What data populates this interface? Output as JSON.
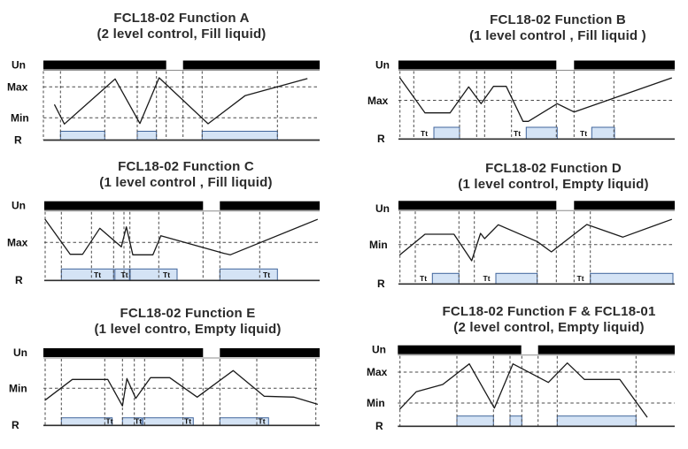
{
  "colors": {
    "bar": "#000000",
    "bar_underline": "#8c8c8c",
    "dash": "#4a4a4a",
    "signal": "#1a1a1a",
    "baseline": "#2e2e2e",
    "box_fill": "#d4e3f5",
    "box_stroke": "#41659c",
    "title": "#2b2b2b"
  },
  "panels": [
    {
      "id": "function-a",
      "title": "FCL18-02   Function A",
      "subtitle": "(2 level control, Fill liquid)",
      "chart_data": {
        "type": "timing-diagram",
        "x_range": [
          49,
          361
        ],
        "power_bar": {
          "y": 68.5,
          "h": 10,
          "segments": [
            [
              49,
              187.7
            ],
            [
              206.7,
              361
            ]
          ]
        },
        "levels": [
          {
            "label": "Max",
            "y": 98.3
          },
          {
            "label": "Min",
            "y": 133.3
          }
        ],
        "signal": [
          [
            61.7,
            118.7
          ],
          [
            72.7,
            140.3
          ],
          [
            130,
            89.3
          ],
          [
            158,
            139.7
          ],
          [
            179.7,
            88
          ],
          [
            235,
            140
          ],
          [
            276.7,
            108.3
          ],
          [
            346.7,
            89
          ]
        ],
        "relay": {
          "y_top": 148.5,
          "y_base": 158.5,
          "boxes": [
            [
              68.3,
              118.3
            ],
            [
              155,
              176.7
            ],
            [
              228.3,
              313.3
            ]
          ]
        },
        "guides_x": [
          49,
          68.3,
          118.3,
          155,
          176.7,
          187.7,
          206.7,
          228.3,
          313.3
        ],
        "tt_labels": [],
        "axis_labels": [
          {
            "text": "Un",
            "x": 13,
            "y": 77.5
          },
          {
            "text": "Max",
            "x": 8,
            "y": 102.5
          },
          {
            "text": "Min",
            "x": 12,
            "y": 137.5
          },
          {
            "text": "R",
            "x": 16,
            "y": 162.5
          }
        ]
      }
    },
    {
      "id": "function-b",
      "title": "FCL18-02   Function B",
      "subtitle": "(1 level control , Fill liquid )",
      "chart_data": {
        "type": "timing-diagram",
        "x_range": [
          450,
          762
        ],
        "power_bar": {
          "y": 68.5,
          "h": 10,
          "segments": [
            [
              450,
              628.3
            ],
            [
              648.3,
              762
            ]
          ]
        },
        "levels": [
          {
            "label": "Max",
            "y": 113.5
          }
        ],
        "signal": [
          [
            451.7,
            88.3
          ],
          [
            480,
            127.7
          ],
          [
            508.3,
            127.7
          ],
          [
            529.3,
            98.3
          ],
          [
            543.3,
            117.3
          ],
          [
            557.3,
            97.7
          ],
          [
            571.7,
            97.7
          ],
          [
            590.7,
            137.3
          ],
          [
            596.7,
            137.3
          ],
          [
            629.3,
            117.3
          ],
          [
            648.3,
            126.7
          ],
          [
            758.3,
            88.3
          ]
        ],
        "relay": {
          "y_top": 144,
          "y_base": 157.3,
          "boxes": [
            [
              490,
              519
            ],
            [
              594.3,
              629.3
            ],
            [
              668.3,
              694
            ]
          ]
        },
        "guides_x": [
          451.7,
          467.3,
          519,
          538.3,
          547.3,
          577.7,
          628.3,
          648.3,
          693.3
        ],
        "tt_labels": [
          {
            "text": "Tt",
            "x": 475,
            "y": 154
          },
          {
            "text": "Tt",
            "x": 580,
            "y": 154
          },
          {
            "text": "Tt",
            "x": 655,
            "y": 154
          }
        ],
        "axis_labels": [
          {
            "text": "Un",
            "x": 424,
            "y": 77.5
          },
          {
            "text": "Max",
            "x": 415,
            "y": 118
          },
          {
            "text": "R",
            "x": 426,
            "y": 161
          }
        ]
      }
    },
    {
      "id": "function-c",
      "title": "FCL18-02 Function C",
      "subtitle": "(1 level control , Fill liquid)",
      "chart_data": {
        "type": "timing-diagram",
        "x_range": [
          50,
          361
        ],
        "power_bar": {
          "y": 227.7,
          "h": 10,
          "segments": [
            [
              50,
              229.3
            ],
            [
              248.3,
              361
            ]
          ]
        },
        "levels": [
          {
            "label": "Max",
            "y": 274.3
          }
        ],
        "signal": [
          [
            51,
            248.3
          ],
          [
            79.3,
            287.7
          ],
          [
            93.3,
            287.7
          ],
          [
            112.7,
            258.3
          ],
          [
            137,
            279.3
          ],
          [
            142.7,
            256.7
          ],
          [
            150,
            288.3
          ],
          [
            172.7,
            288.3
          ],
          [
            181.7,
            266.7
          ],
          [
            253.3,
            286.7
          ],
          [
            260,
            288.3
          ],
          [
            358.3,
            248.3
          ]
        ],
        "relay": {
          "y_top": 304.3,
          "y_base": 317.3,
          "boxes": [
            [
              69.3,
              128.3
            ],
            [
              129.8,
              146.2
            ],
            [
              147,
              200
            ],
            [
              248.3,
              313.3
            ]
          ]
        },
        "guides_x": [
          51,
          69.3,
          103.3,
          128.3,
          140,
          146.7,
          179.3,
          229.3,
          248.3,
          293.3
        ],
        "tt_labels": [
          {
            "text": "Tt",
            "x": 106,
            "y": 314
          },
          {
            "text": "Tt",
            "x": 136.5,
            "y": 314
          },
          {
            "text": "Tt",
            "x": 184,
            "y": 314
          },
          {
            "text": "Tt",
            "x": 297,
            "y": 314
          }
        ],
        "axis_labels": [
          {
            "text": "Un",
            "x": 13,
            "y": 236.5
          },
          {
            "text": "Max",
            "x": 8,
            "y": 278.5
          },
          {
            "text": "R",
            "x": 17,
            "y": 321
          }
        ]
      }
    },
    {
      "id": "function-d",
      "title": "FCL18-02  Function D",
      "subtitle": "(1 level control, Empty liquid)",
      "chart_data": {
        "type": "timing-diagram",
        "x_range": [
          450,
          762
        ],
        "power_bar": {
          "y": 227.3,
          "h": 10,
          "segments": [
            [
              450,
              628.3
            ],
            [
              648.3,
              762
            ]
          ]
        },
        "levels": [
          {
            "label": "Min",
            "y": 276.7
          }
        ],
        "signal": [
          [
            451.7,
            288.3
          ],
          [
            480,
            265
          ],
          [
            512.7,
            265
          ],
          [
            532.7,
            295
          ],
          [
            542.7,
            264
          ],
          [
            547.3,
            270
          ],
          [
            562.7,
            254.3
          ],
          [
            606.7,
            273.3
          ],
          [
            622.7,
            285
          ],
          [
            662.7,
            254
          ],
          [
            703.3,
            268.3
          ],
          [
            758.3,
            248.3
          ]
        ],
        "relay": {
          "y_top": 309.3,
          "y_base": 321.3,
          "boxes": [
            [
              488.3,
              518.3
            ],
            [
              560,
              606.7
            ],
            [
              666.7,
              760
            ]
          ]
        },
        "guides_x": [
          451.7,
          469,
          518.3,
          535.7,
          606.7,
          628.3,
          648.3,
          666.7
        ],
        "tt_labels": [
          {
            "text": "Tt",
            "x": 474,
            "y": 318
          },
          {
            "text": "Tt",
            "x": 545.5,
            "y": 318
          },
          {
            "text": "Tt",
            "x": 651.5,
            "y": 318
          }
        ],
        "axis_labels": [
          {
            "text": "Un",
            "x": 424,
            "y": 240
          },
          {
            "text": "Min",
            "x": 417,
            "y": 281
          },
          {
            "text": "R",
            "x": 426,
            "y": 325
          }
        ]
      }
    },
    {
      "id": "function-e",
      "title": "FCL18-02  Function E",
      "subtitle": "(1 level contro, Empty liquid)",
      "chart_data": {
        "type": "timing-diagram",
        "x_range": [
          49,
          361
        ],
        "power_bar": {
          "y": 394,
          "h": 10,
          "segments": [
            [
              49,
              229.3
            ],
            [
              248.3,
              361
            ]
          ]
        },
        "levels": [
          {
            "label": "Min",
            "y": 439.3
          }
        ],
        "signal": [
          [
            51,
            452.7
          ],
          [
            81.7,
            429.3
          ],
          [
            121.7,
            429.3
          ],
          [
            138.3,
            459.3
          ],
          [
            143.3,
            428.3
          ],
          [
            153.3,
            450.7
          ],
          [
            170,
            427.3
          ],
          [
            191.7,
            427.3
          ],
          [
            222.7,
            449.3
          ],
          [
            263.3,
            419.3
          ],
          [
            298.3,
            448.3
          ],
          [
            331.7,
            449.3
          ],
          [
            358.3,
            457.3
          ]
        ],
        "relay": {
          "y_top": 472.7,
          "y_base": 481.3,
          "boxes": [
            [
              69.3,
              126.7
            ],
            [
              138.3,
              160
            ],
            [
              161.3,
              218.3
            ],
            [
              248.3,
              303.3
            ]
          ]
        },
        "guides_x": [
          51,
          69.3,
          118.3,
          138.3,
          151.7,
          163.3,
          206.7,
          229.3,
          248.3,
          290,
          356.7
        ],
        "tt_labels": [
          {
            "text": "Tt",
            "x": 119.5,
            "y": 479.5
          },
          {
            "text": "Tt",
            "x": 152,
            "y": 479.5
          },
          {
            "text": "Tt",
            "x": 208,
            "y": 479.5
          },
          {
            "text": "Tt",
            "x": 291.5,
            "y": 479.5
          }
        ],
        "axis_labels": [
          {
            "text": "Un",
            "x": 15,
            "y": 403
          },
          {
            "text": "Min",
            "x": 10,
            "y": 443.5
          },
          {
            "text": "R",
            "x": 13,
            "y": 485
          }
        ]
      }
    },
    {
      "id": "function-f",
      "title": "FCL18-02   Function F  &   FCL18-01",
      "subtitle": "(2 level control, Empty liquid)",
      "chart_data": {
        "type": "timing-diagram",
        "x_range": [
          449.3,
          762
        ],
        "power_bar": {
          "y": 390.7,
          "h": 10,
          "segments": [
            [
              449.3,
              588.7
            ],
            [
              607.7,
              762
            ]
          ]
        },
        "levels": [
          {
            "label": "Max",
            "y": 421
          },
          {
            "label": "Min",
            "y": 456
          }
        ],
        "signal": [
          [
            451.7,
            462.7
          ],
          [
            470,
            443.3
          ],
          [
            500,
            435
          ],
          [
            530,
            411.7
          ],
          [
            558.3,
            461.7
          ],
          [
            579.3,
            411.7
          ],
          [
            619.3,
            432.7
          ],
          [
            640.7,
            410.7
          ],
          [
            660,
            429.3
          ],
          [
            700,
            429.3
          ],
          [
            730.7,
            471.7
          ]
        ],
        "relay": {
          "y_top": 470.7,
          "y_base": 482.3,
          "boxes": [
            [
              516,
              557.3
            ],
            [
              576,
              589.3
            ],
            [
              629.3,
              718.3
            ]
          ]
        },
        "guides_x": [
          451.7,
          516,
          557.3,
          576,
          589.3,
          607.7,
          629.3,
          718.3
        ],
        "tt_labels": [],
        "axis_labels": [
          {
            "text": "Un",
            "x": 420,
            "y": 399.5
          },
          {
            "text": "Max",
            "x": 414,
            "y": 425
          },
          {
            "text": "Min",
            "x": 414,
            "y": 460
          },
          {
            "text": "R",
            "x": 424,
            "y": 486
          }
        ]
      }
    }
  ]
}
